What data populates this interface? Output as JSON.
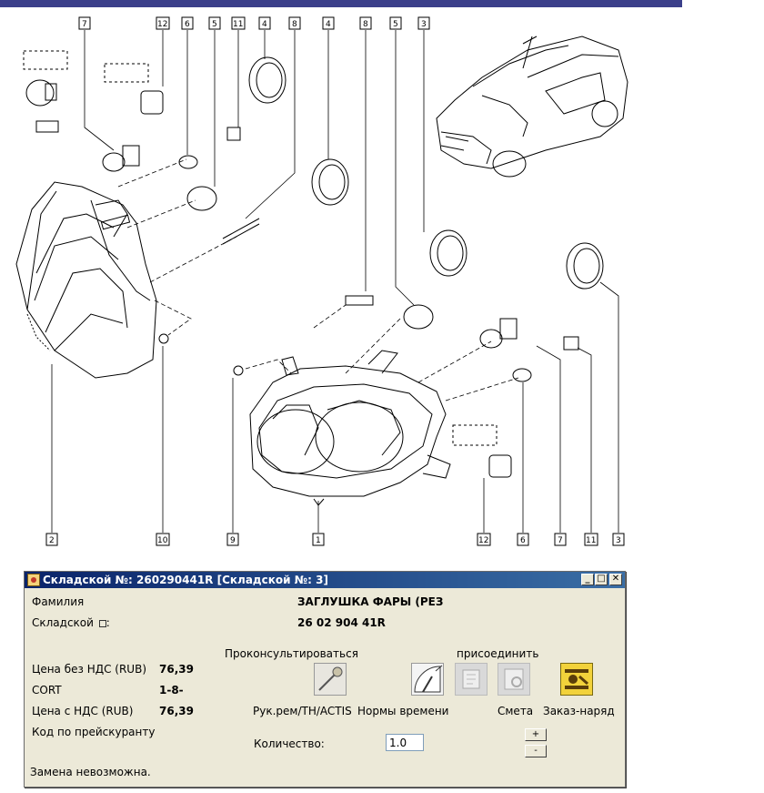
{
  "diagram": {
    "callouts": {
      "c7a": "7",
      "c12a": "12",
      "c6a": "6",
      "c5a": "5",
      "c11a": "11",
      "c4a": "4",
      "c8a": "8",
      "c4b": "4",
      "c8b": "8",
      "c5b": "5",
      "c3a": "3",
      "c2": "2",
      "c10": "10",
      "c9": "9",
      "c1": "1",
      "c12b": "12",
      "c6b": "6",
      "c7b": "7",
      "c11b": "11",
      "c3b": "3"
    }
  },
  "window": {
    "title": "Складской №: 260290441R [Складской №: 3]",
    "controls": {
      "minimize": "_",
      "maximize": "□",
      "close": "✕"
    },
    "fields": {
      "family_label": "Фамилия",
      "family_value": "ЗАГЛУШКА ФАРЫ (РЕЗ",
      "stock_label": "Складской",
      "stock_value": "26 02 904 41R",
      "price_no_vat_label": "Цена без НДС (RUB)",
      "price_no_vat_value": "76,39",
      "cort_label": "CORT",
      "cort_value": "1-8-",
      "price_vat_label": "Цена с НДС (RUB)",
      "price_vat_value": "76,39",
      "pricelist_label": "Код по прейскуранту"
    },
    "sections": {
      "consult": "Проконсультироваться",
      "attach": "присоединить"
    },
    "actions": {
      "manual": "Рук.рем/TH/ACTIS",
      "labor": "Нормы времени",
      "estimate": "Смета",
      "order": "Заказ-наряд"
    },
    "quantity_label": "Количество:",
    "quantity_value": "1.0",
    "spin_up": "+",
    "spin_down": "-",
    "status": "Замена невозможна."
  }
}
